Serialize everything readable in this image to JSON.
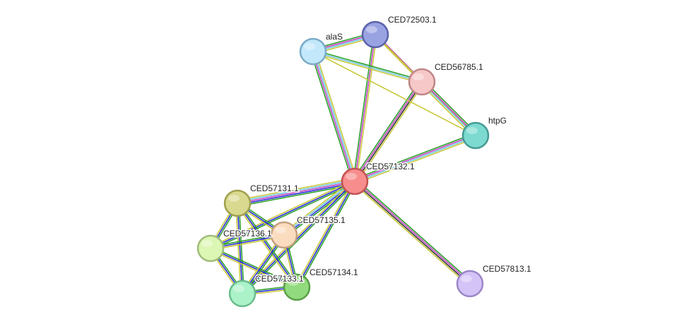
{
  "network": {
    "edge_colors": {
      "neighborhood": "#2ca02c",
      "coexpression": "#333333",
      "textmining": "#c8c83c",
      "database": "#6fc6e0",
      "experiments": "#c040c0",
      "cooccurrence": "#2a2ad8",
      "fusion": "#00a0a0"
    },
    "nodes": [
      {
        "id": "CED57132.1",
        "label": "CED57132.1",
        "fill": "#f78d8d",
        "stroke": "#c05353",
        "role": "query"
      },
      {
        "id": "alaS",
        "label": "alaS",
        "fill": "#c3e8fb",
        "stroke": "#7aaac8"
      },
      {
        "id": "CED72503.1",
        "label": "CED72503.1",
        "fill": "#9aa3e2",
        "stroke": "#5a62a8"
      },
      {
        "id": "CED56785.1",
        "label": "CED56785.1",
        "fill": "#f6c8c8",
        "stroke": "#c08686"
      },
      {
        "id": "htpG",
        "label": "htpG",
        "fill": "#7cdad1",
        "stroke": "#469a92"
      },
      {
        "id": "CED57131.1",
        "label": "CED57131.1",
        "fill": "#d9d98f",
        "stroke": "#a0a050"
      },
      {
        "id": "CED57136.1",
        "label": "CED57136.1",
        "fill": "#dcf7b4",
        "stroke": "#a0bc7a"
      },
      {
        "id": "CED57135.1",
        "label": "CED57135.1",
        "fill": "#fcdcbf",
        "stroke": "#c4a07e"
      },
      {
        "id": "CED57133.1",
        "label": "CED57133.1",
        "fill": "#abf2c8",
        "stroke": "#6abc8c"
      },
      {
        "id": "CED57134.1",
        "label": "CED57134.1",
        "fill": "#92da7e",
        "stroke": "#5a9e48"
      },
      {
        "id": "CED57813.1",
        "label": "CED57813.1",
        "fill": "#d4c3f7",
        "stroke": "#9a86c8"
      }
    ],
    "edges": [
      {
        "source": "CED57132.1",
        "target": "alaS",
        "channels": [
          "neighborhood",
          "experiments",
          "database",
          "textmining"
        ]
      },
      {
        "source": "CED57132.1",
        "target": "CED72503.1",
        "channels": [
          "neighborhood",
          "experiments",
          "textmining"
        ]
      },
      {
        "source": "CED57132.1",
        "target": "CED56785.1",
        "channels": [
          "neighborhood",
          "experiments",
          "coexpression",
          "textmining"
        ]
      },
      {
        "source": "CED57132.1",
        "target": "htpG",
        "channels": [
          "neighborhood",
          "experiments",
          "database",
          "textmining"
        ]
      },
      {
        "source": "CED57132.1",
        "target": "CED57131.1",
        "channels": [
          "neighborhood",
          "cooccurrence",
          "experiments",
          "database",
          "textmining"
        ]
      },
      {
        "source": "CED57132.1",
        "target": "CED57136.1",
        "channels": [
          "neighborhood",
          "cooccurrence",
          "textmining"
        ]
      },
      {
        "source": "CED57132.1",
        "target": "CED57135.1",
        "channels": [
          "neighborhood",
          "cooccurrence",
          "database",
          "textmining"
        ]
      },
      {
        "source": "CED57132.1",
        "target": "CED57133.1",
        "channels": [
          "neighborhood",
          "cooccurrence",
          "textmining"
        ]
      },
      {
        "source": "CED57132.1",
        "target": "CED57134.1",
        "channels": [
          "neighborhood",
          "cooccurrence",
          "textmining"
        ]
      },
      {
        "source": "CED57132.1",
        "target": "CED57813.1",
        "channels": [
          "neighborhood",
          "experiments",
          "coexpression",
          "textmining"
        ]
      },
      {
        "source": "alaS",
        "target": "CED72503.1",
        "channels": [
          "neighborhood",
          "experiments",
          "database",
          "textmining"
        ]
      },
      {
        "source": "alaS",
        "target": "CED56785.1",
        "channels": [
          "neighborhood",
          "database",
          "textmining"
        ]
      },
      {
        "source": "CED72503.1",
        "target": "CED56785.1",
        "channels": [
          "experiments",
          "textmining"
        ]
      },
      {
        "source": "CED72503.1",
        "target": "htpG",
        "channels": [
          "textmining"
        ]
      },
      {
        "source": "CED56785.1",
        "target": "htpG",
        "channels": [
          "neighborhood",
          "experiments",
          "database",
          "textmining"
        ]
      },
      {
        "source": "alaS",
        "target": "htpG",
        "channels": [
          "textmining"
        ]
      },
      {
        "source": "CED57131.1",
        "target": "CED57136.1",
        "channels": [
          "neighborhood",
          "cooccurrence",
          "textmining"
        ]
      },
      {
        "source": "CED57131.1",
        "target": "CED57135.1",
        "channels": [
          "neighborhood",
          "cooccurrence",
          "textmining"
        ]
      },
      {
        "source": "CED57131.1",
        "target": "CED57133.1",
        "channels": [
          "neighborhood",
          "cooccurrence",
          "textmining"
        ]
      },
      {
        "source": "CED57131.1",
        "target": "CED57134.1",
        "channels": [
          "neighborhood",
          "cooccurrence",
          "textmining"
        ]
      },
      {
        "source": "CED57136.1",
        "target": "CED57135.1",
        "channels": [
          "neighborhood",
          "cooccurrence",
          "textmining"
        ]
      },
      {
        "source": "CED57136.1",
        "target": "CED57133.1",
        "channels": [
          "neighborhood",
          "cooccurrence",
          "textmining"
        ]
      },
      {
        "source": "CED57136.1",
        "target": "CED57134.1",
        "channels": [
          "neighborhood",
          "cooccurrence",
          "textmining"
        ]
      },
      {
        "source": "CED57135.1",
        "target": "CED57133.1",
        "channels": [
          "neighborhood",
          "cooccurrence",
          "textmining"
        ]
      },
      {
        "source": "CED57135.1",
        "target": "CED57134.1",
        "channels": [
          "neighborhood",
          "cooccurrence",
          "textmining"
        ]
      },
      {
        "source": "CED57133.1",
        "target": "CED57134.1",
        "channels": [
          "neighborhood",
          "cooccurrence",
          "textmining"
        ]
      }
    ]
  }
}
